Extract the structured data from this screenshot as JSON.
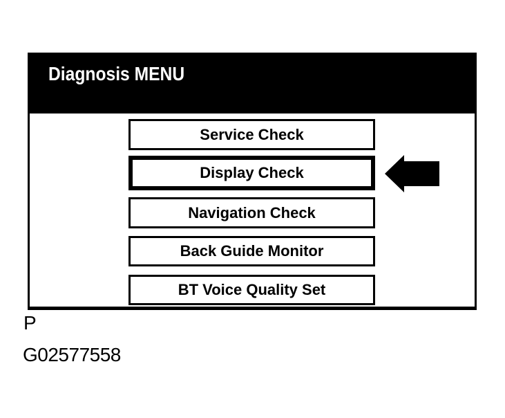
{
  "screen": {
    "title": "Diagnosis MENU",
    "menu_items": [
      {
        "label": "Service Check",
        "selected": false
      },
      {
        "label": "Display Check",
        "selected": true
      },
      {
        "label": "Navigation Check",
        "selected": false
      },
      {
        "label": "Back Guide Monitor",
        "selected": false
      },
      {
        "label": "BT Voice Quality Set",
        "selected": false
      }
    ],
    "selection_arrow": {
      "icon": "left-arrow",
      "points_to": "Display Check"
    }
  },
  "footer": {
    "page_marker": "P",
    "figure_id": "G02577558"
  },
  "colors": {
    "page_bg": "#ffffff",
    "header_bg": "#000000",
    "header_text": "#ffffff",
    "button_bg": "#ffffff",
    "button_border": "#000000",
    "button_text": "#000000",
    "arrow_fill": "#000000"
  }
}
